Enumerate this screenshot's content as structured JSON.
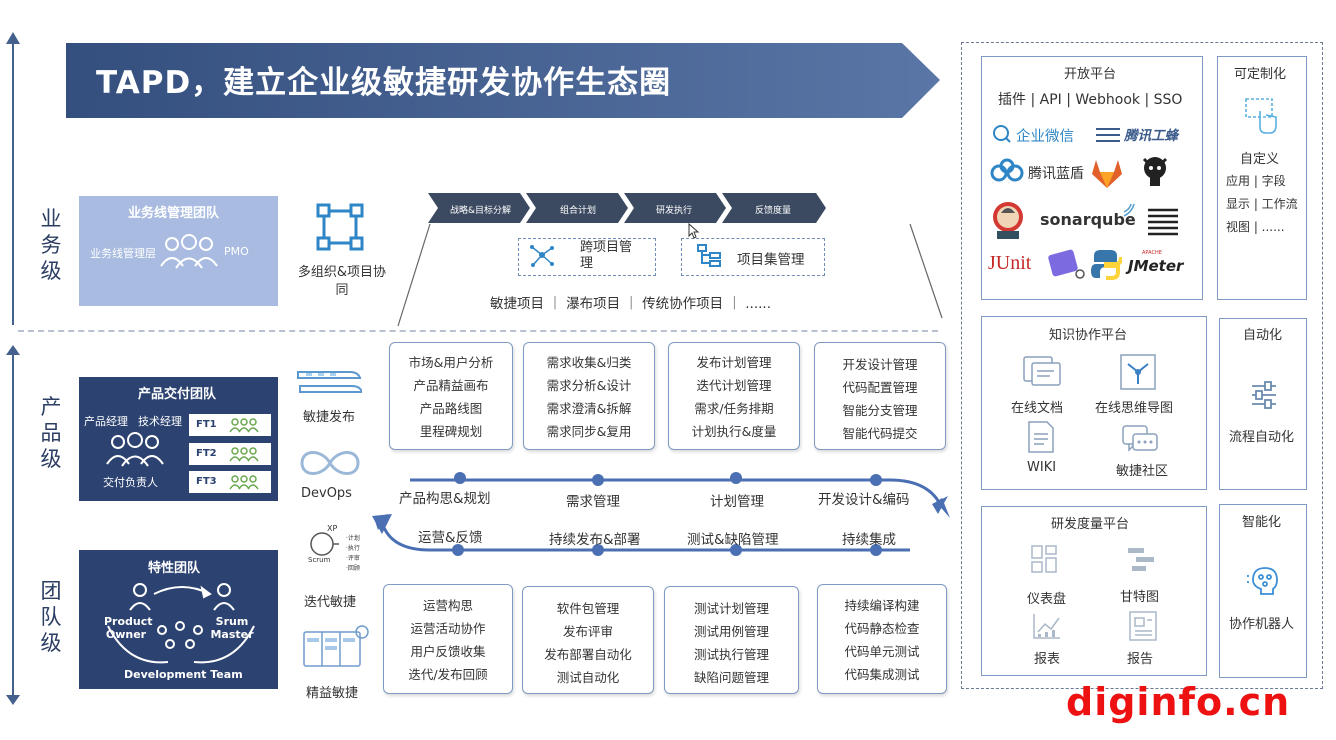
{
  "title": "TAPD，建立企业级敏捷研发协作生态圈",
  "levels": {
    "business": "业务级",
    "product": "产品级",
    "team": "团队级"
  },
  "business_panel": {
    "title": "业务线管理团队",
    "left": "业务线管理层",
    "right": "PMO"
  },
  "product_panel": {
    "title": "产品交付团队",
    "pm": "产品经理",
    "tm": "技术经理",
    "owner": "交付负责人",
    "ft": [
      "FT1",
      "FT2",
      "FT3"
    ]
  },
  "feature_panel": {
    "title": "特性团队",
    "po": "Product Owner",
    "sm": "Srum Master",
    "dev": "Development Team"
  },
  "multi_org": "多组织&项目协同",
  "stages": [
    "战略&目标分解",
    "组合计划",
    "研发执行",
    "反馈度量"
  ],
  "cross_project": "跨项目管理",
  "project_set": "项目集管理",
  "project_types": "敏捷项目  ｜  瀑布项目  ｜  传统协作项目  ｜  ......",
  "practices": [
    "敏捷发布",
    "DevOps",
    "迭代敏捷",
    "精益敏捷"
  ],
  "scrum_labels": {
    "xp": "XP",
    "scrum": "Scrum",
    "side": [
      "·计划",
      "·执行",
      "·评审",
      "·回顾"
    ]
  },
  "top_boxes": [
    [
      "市场&用户分析",
      "产品精益画布",
      "产品路线图",
      "里程碑规划"
    ],
    [
      "需求收集&归类",
      "需求分析&设计",
      "需求澄清&拆解",
      "需求同步&复用"
    ],
    [
      "发布计划管理",
      "迭代计划管理",
      "需求/任务排期",
      "计划执行&度量"
    ],
    [
      "开发设计管理",
      "代码配置管理",
      "智能分支管理",
      "智能代码提交"
    ]
  ],
  "cycle_top": [
    "产品构思&规划",
    "需求管理",
    "计划管理",
    "开发设计&编码"
  ],
  "cycle_bottom": [
    "运营&反馈",
    "持续发布&部署",
    "测试&缺陷管理",
    "持续集成"
  ],
  "bottom_boxes": [
    [
      "运营构思",
      "运营活动协作",
      "用户反馈收集",
      "迭代/发布回顾"
    ],
    [
      "软件包管理",
      "发布评审",
      "发布部署自动化",
      "测试自动化"
    ],
    [
      "测试计划管理",
      "测试用例管理",
      "测试执行管理",
      "缺陷问题管理"
    ],
    [
      "持续编译构建",
      "代码静态检查",
      "代码单元测试",
      "代码集成测试"
    ]
  ],
  "open_platform": {
    "title": "开放平台",
    "sub": "插件 | API | Webhook | SSO",
    "logos": [
      "企业微信",
      "腾讯工蜂",
      "腾讯蓝盾",
      "sonarqube",
      "JUnit",
      "JMeter",
      "APACHE"
    ]
  },
  "customizable": {
    "title": "可定制化",
    "lines": [
      "自定义",
      "应用 | 字段",
      "显示 | 工作流",
      "视图 | ......"
    ]
  },
  "knowledge": {
    "title": "知识协作平台",
    "items": [
      "在线文档",
      "在线思维导图",
      "WIKI",
      "敏捷社区"
    ]
  },
  "automation": {
    "title": "自动化",
    "item": "流程自动化"
  },
  "metrics": {
    "title": "研发度量平台",
    "items": [
      "仪表盘",
      "甘特图",
      "报表",
      "报告"
    ]
  },
  "intelligence": {
    "title": "智能化",
    "item": "协作机器人"
  },
  "watermark": "diginfo.cn",
  "colors": {
    "navy": "#2c4270",
    "light_panel": "#a9bbe0",
    "banner": "#3d5a8a",
    "accent": "#4a6fb3",
    "watermark": "#ee1111"
  }
}
